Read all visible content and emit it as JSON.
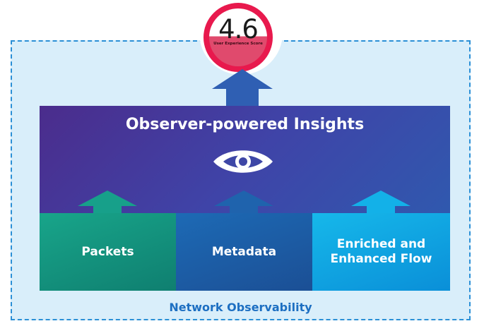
{
  "score": {
    "value": "4.6",
    "label": "User Experience Score",
    "ring_color": "#e8194d"
  },
  "insights": {
    "title": "Observer-powered Insights",
    "icon": "eye-icon"
  },
  "sources": [
    {
      "label": "Packets",
      "color": "#149784"
    },
    {
      "label": "Metadata",
      "color": "#1d5fa8"
    },
    {
      "label": "Enriched and\nEnhanced Flow",
      "color": "#10a7e4"
    }
  ],
  "footer": {
    "label": "Network Observability"
  }
}
